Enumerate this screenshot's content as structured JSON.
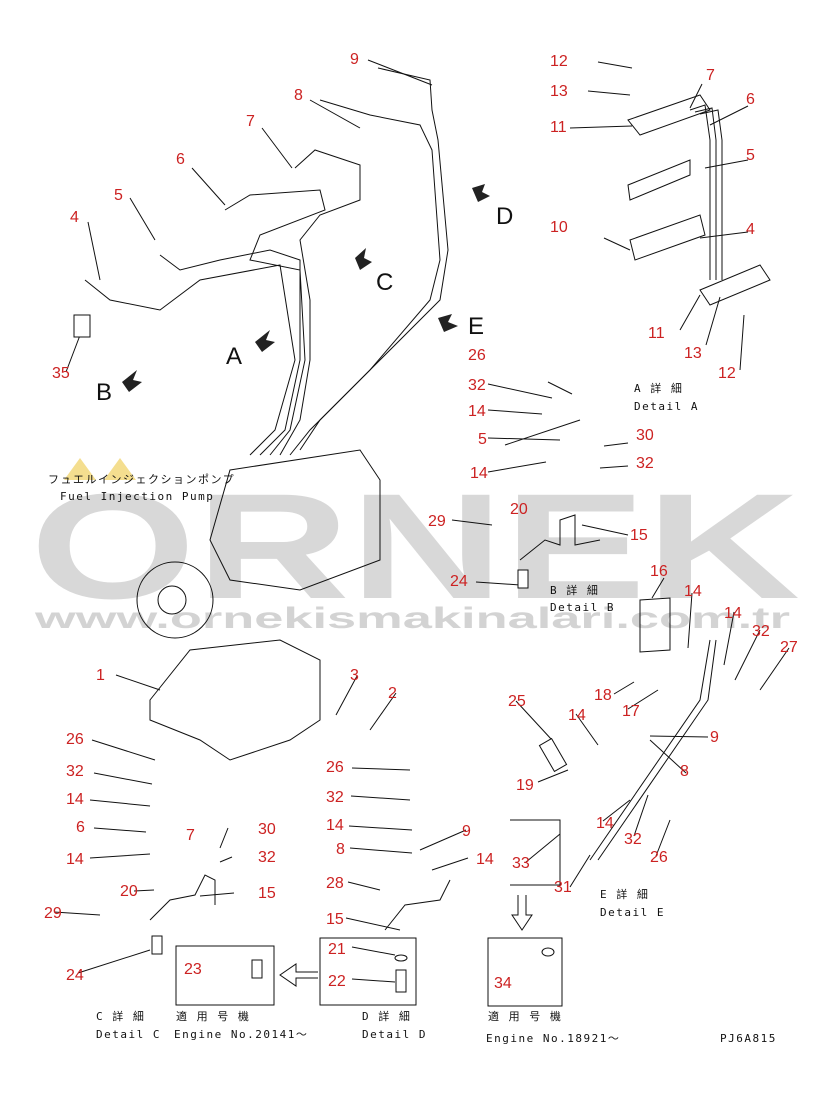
{
  "captions": {
    "jp_pump": "フュエルインジェクションポンプ",
    "en_pump": "Fuel Injection Pump",
    "detail_a_jp": "A 詳 細",
    "detail_a_en": "Detail A",
    "detail_b_jp": "B 詳 細",
    "detail_b_en": "Detail B",
    "detail_c_jp": "C 詳 細",
    "detail_c_en": "Detail C",
    "detail_d_jp": "D 詳 細",
    "detail_d_en": "Detail D",
    "detail_e_jp": "E 詳 細",
    "detail_e_en": "Detail E",
    "applic_c_jp": "適 用 号 機",
    "applic_c_en": "Engine No.20141～",
    "applic_e_jp": "適 用 号 機",
    "applic_e_en": "Engine No.18921～",
    "drawing_no": "PJ6A815"
  },
  "watermark": {
    "brand": "ORNEK",
    "url": "www.ornekismakinalari.com.tr",
    "color": "#9a9a9a",
    "accent": "#f0d060"
  },
  "view_letters": [
    "A",
    "B",
    "C",
    "D",
    "E"
  ],
  "part_numbers": [
    "1",
    "2",
    "3",
    "4",
    "5",
    "6",
    "7",
    "8",
    "9",
    "10",
    "11",
    "12",
    "13",
    "14",
    "15",
    "16",
    "17",
    "18",
    "19",
    "20",
    "21",
    "22",
    "23",
    "24",
    "25",
    "26",
    "27",
    "28",
    "29",
    "30",
    "31",
    "32",
    "33",
    "34",
    "35"
  ],
  "callouts": [
    "9",
    "8",
    "7",
    "6",
    "5",
    "4",
    "35",
    "12",
    "13",
    "7",
    "11",
    "6",
    "5",
    "10",
    "4",
    "11",
    "13",
    "12",
    "26",
    "32",
    "14",
    "5",
    "14",
    "30",
    "32",
    "29",
    "20",
    "15",
    "24",
    "16",
    "14",
    "14",
    "32",
    "27",
    "18",
    "17",
    "25",
    "14",
    "9",
    "19",
    "8",
    "14",
    "32",
    "26",
    "33",
    "31",
    "1",
    "3",
    "2",
    "26",
    "32",
    "14",
    "6",
    "7",
    "30",
    "14",
    "32",
    "20",
    "15",
    "29",
    "24",
    "23",
    "26",
    "32",
    "14",
    "9",
    "8",
    "14",
    "28",
    "15",
    "21",
    "22",
    "34"
  ],
  "label_color": "#cc2222",
  "line_color": "#111111"
}
